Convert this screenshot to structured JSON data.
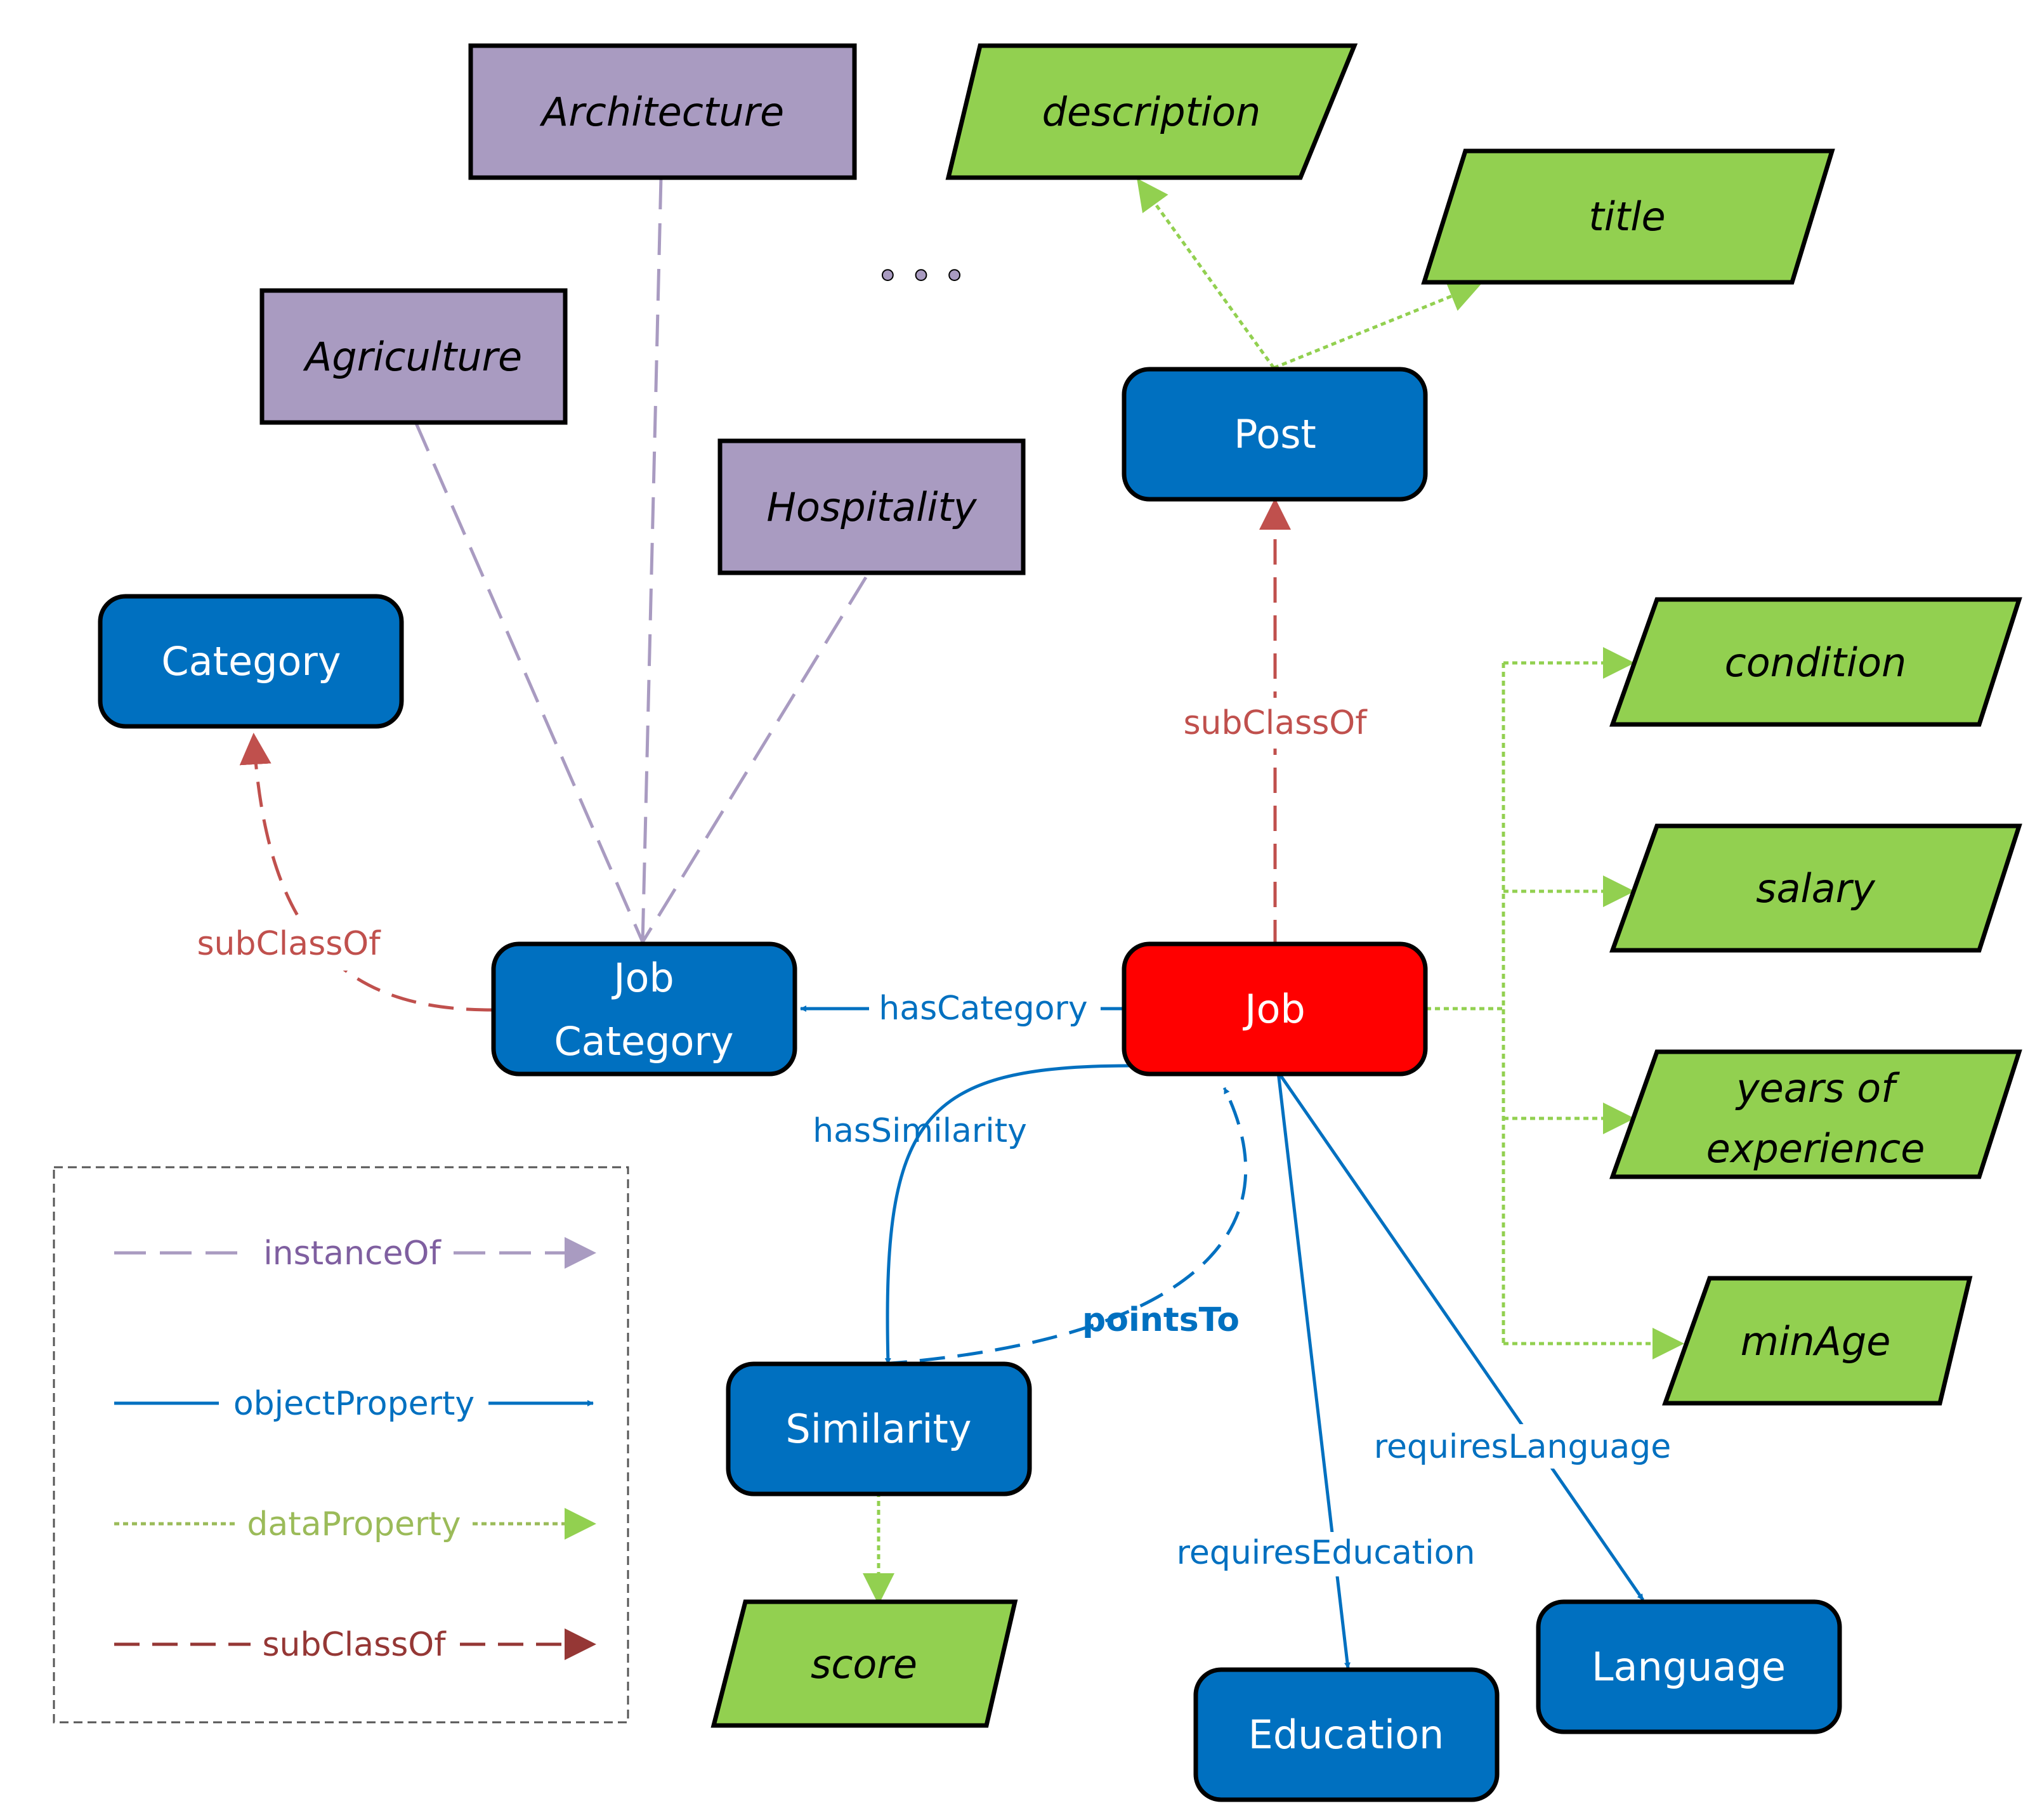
{
  "colors": {
    "class_fill": "#0070C0",
    "focus_fill": "#FF0000",
    "data_fill": "#92D050",
    "instance_fill": "#A99BC1",
    "object_property": "#0070C0",
    "data_property": "#92D050",
    "sub_class_of": "#C0504D",
    "instance_of": "#A99BC1",
    "legend_instance_text": "#7F5FA0",
    "legend_data_text": "#9BBB59",
    "legend_subclass_text": "#953735"
  },
  "classes": {
    "post": "Post",
    "category": "Category",
    "job_category": [
      "Job",
      "Category"
    ],
    "job": "Job",
    "similarity": "Similarity",
    "education": "Education",
    "language": "Language"
  },
  "instances": {
    "architecture": "Architecture",
    "agriculture": "Agriculture",
    "hospitality": "Hospitality",
    "ellipsis": "• • •"
  },
  "data_properties": {
    "description": "description",
    "title": "title",
    "condition": "condition",
    "salary": "salary",
    "years_of_experience": [
      "years of",
      "experience"
    ],
    "min_age": "minAge",
    "score": "score"
  },
  "edge_labels": {
    "post_subclass": "subClassOf",
    "category_subclass": "subClassOf",
    "has_category": "hasCategory",
    "has_similarity": "hasSimilarity",
    "points_to": "pointsTo",
    "requires_education": "requiresEducation",
    "requires_language": "requiresLanguage"
  },
  "legend": {
    "instance_of": "instanceOf",
    "object_property": "objectProperty",
    "data_property": "dataProperty",
    "sub_class_of": "subClassOf"
  }
}
